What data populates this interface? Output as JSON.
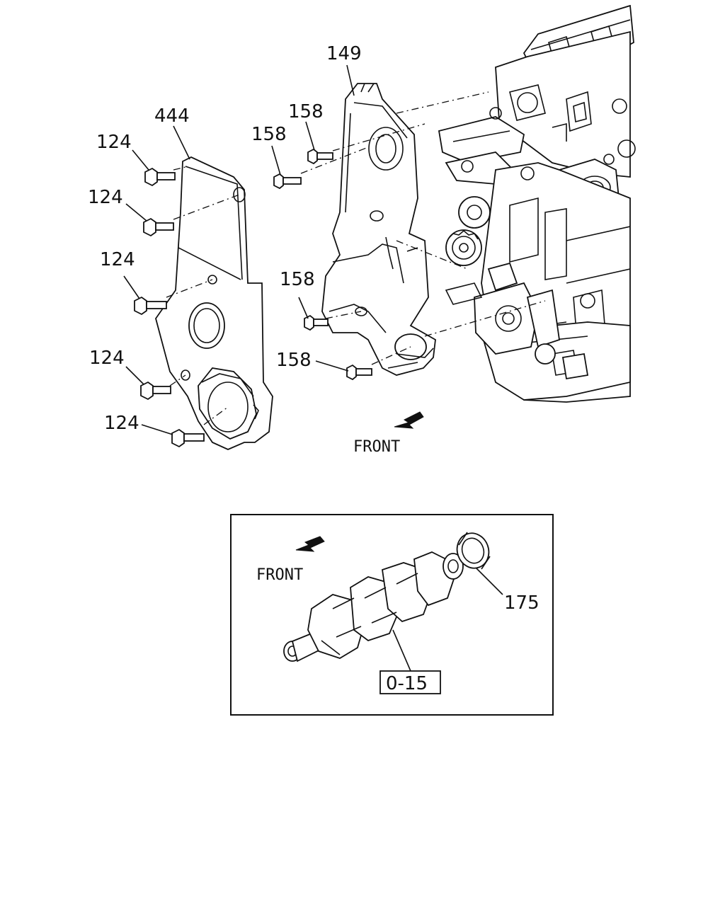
{
  "callouts": {
    "c149": "149",
    "c444": "444",
    "c158a": "158",
    "c158b": "158",
    "c158c": "158",
    "c158d": "158",
    "c124a": "124",
    "c124b": "124",
    "c124c": "124",
    "c124d": "124",
    "c124e": "124",
    "c175": "175"
  },
  "directions": {
    "front_main": "FRONT",
    "front_inset": "FRONT"
  },
  "reference_box": "0-15",
  "colors": {
    "line": "#111111",
    "background": "#ffffff"
  }
}
